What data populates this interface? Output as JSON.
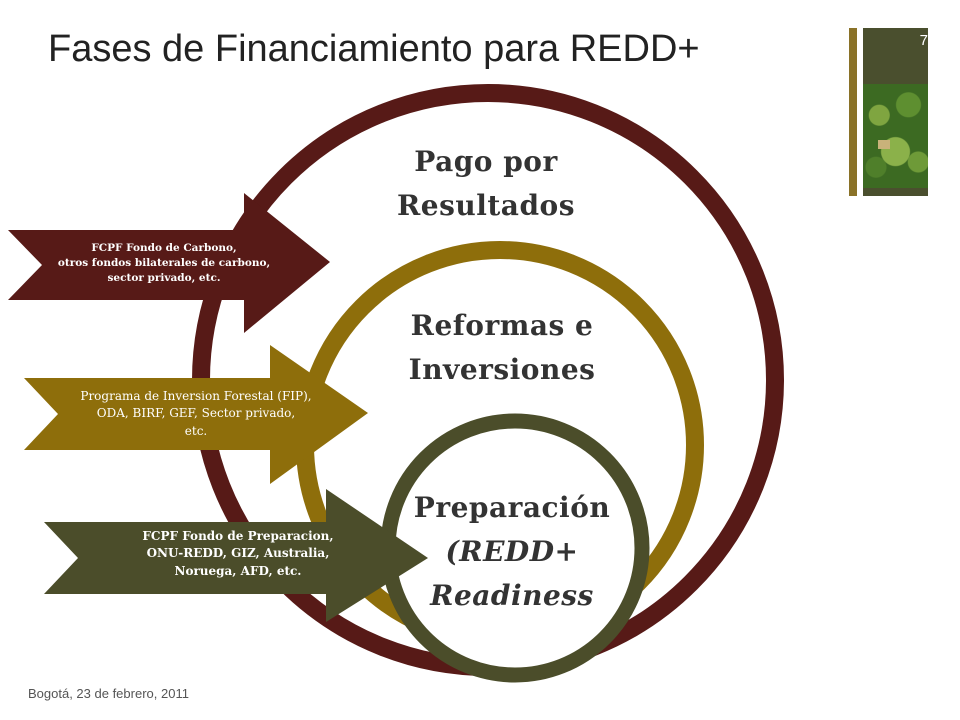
{
  "title": "Fases de Financiamiento para REDD+",
  "page_number": "7",
  "footer": "Bogotá, 23 de febrero, 2011",
  "colors": {
    "outer_ring": "#571a17",
    "middle_ring": "#8e6e0b",
    "inner_ring": "#4b4d2a",
    "side_bar_gold": "#8a7228",
    "side_bar_green": "#4a4f2e"
  },
  "rings": {
    "outer": {
      "line1": "Pago por",
      "line2": "Resultados"
    },
    "middle": {
      "line1": "Reformas e",
      "line2": "Inversiones"
    },
    "inner": {
      "line1": "Preparación",
      "line2": "(REDD+",
      "line3": "Readiness"
    }
  },
  "arrows": {
    "carbon": {
      "line1": "FCPF Fondo de Carbono,",
      "line2": "otros fondos bilaterales de carbono,",
      "line3": "sector privado, etc."
    },
    "investment": {
      "line1": "Programa de Inversion Forestal (FIP),",
      "line2": "ODA, BIRF, GEF, Sector privado,",
      "line3": "etc."
    },
    "readiness": {
      "line1": "FCPF Fondo de Preparacion,",
      "line2": "ONU-REDD, GIZ, Australia,",
      "line3": "Noruega, AFD, etc."
    }
  }
}
